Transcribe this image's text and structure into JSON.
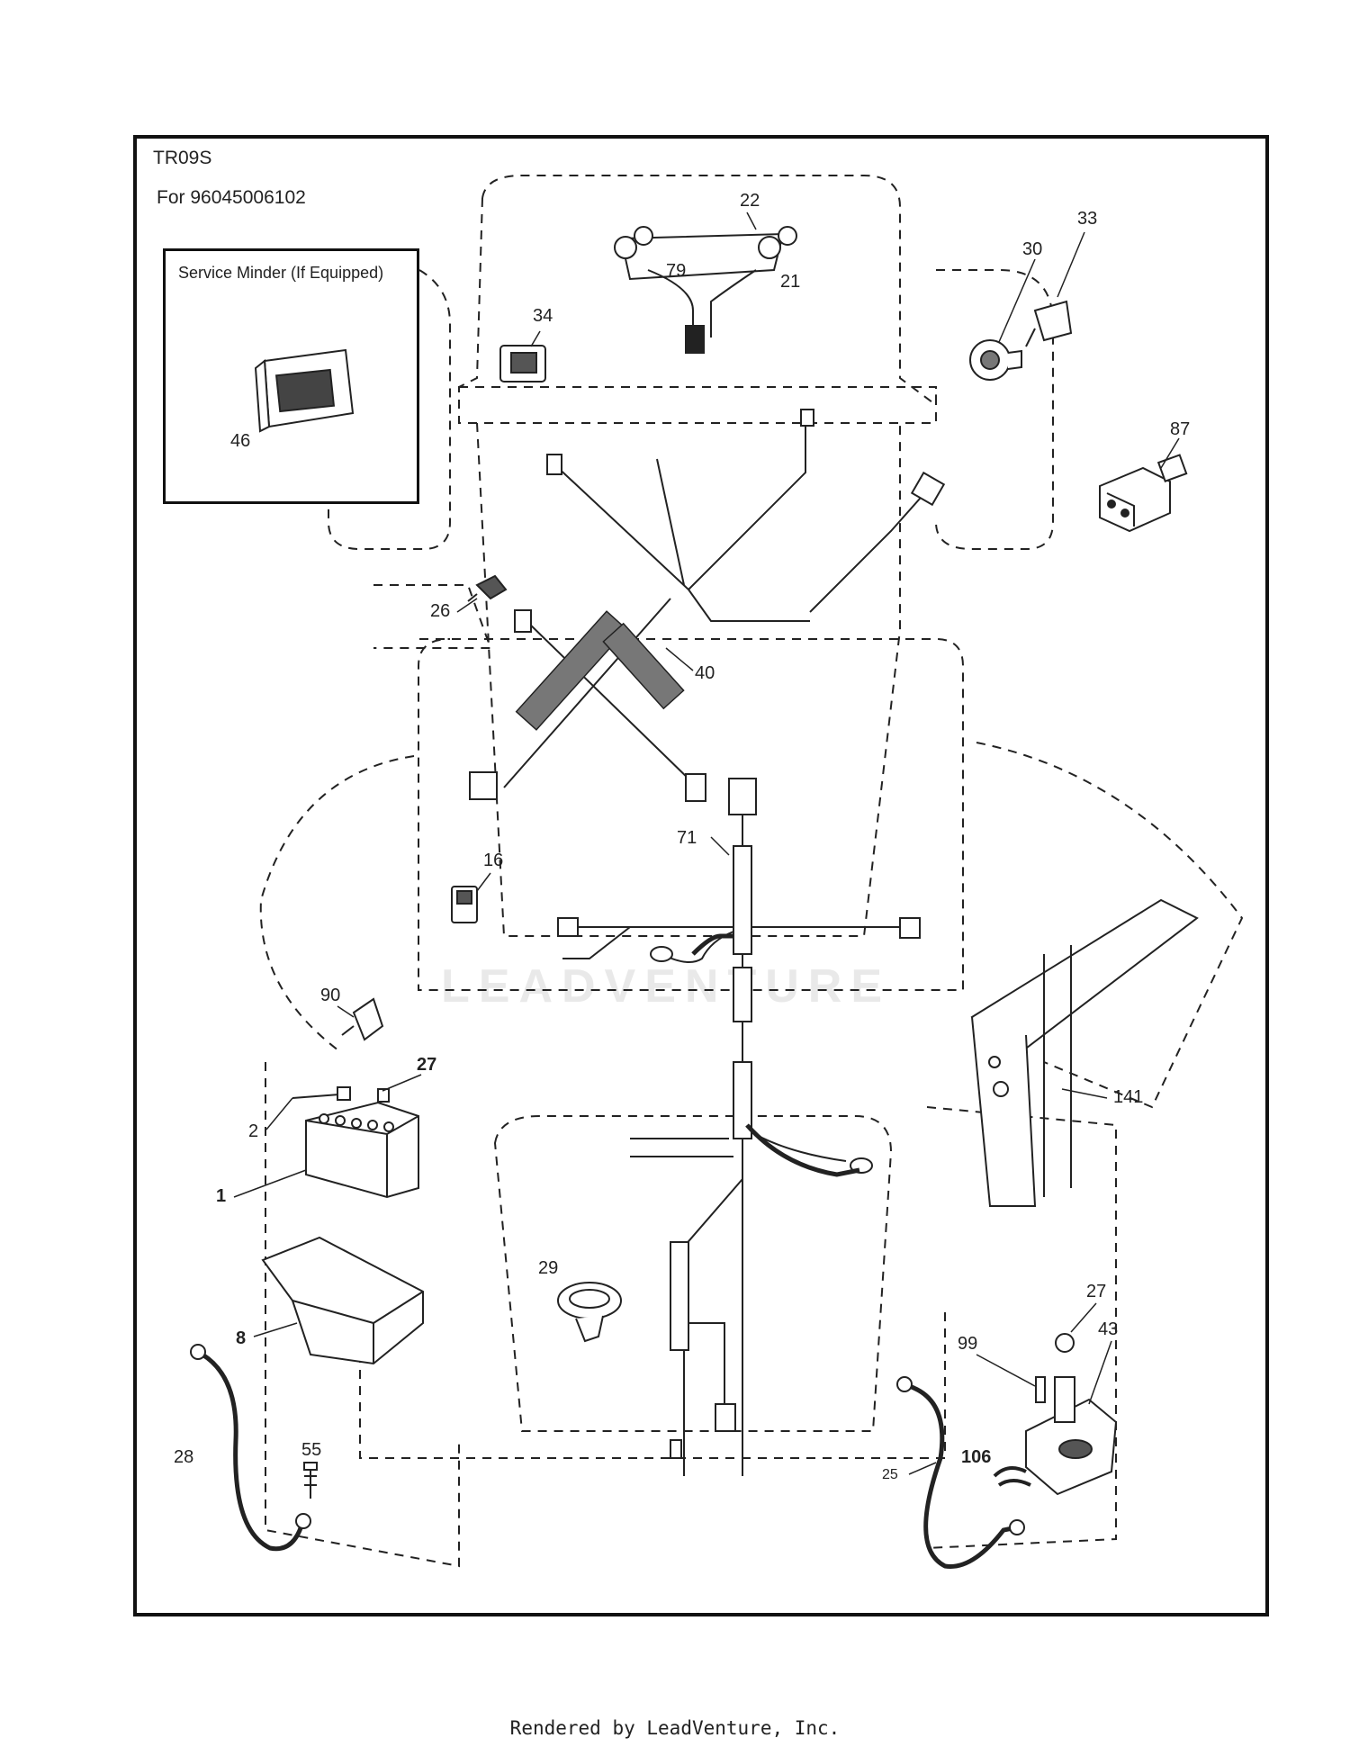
{
  "header": {
    "model_code": "TR09S",
    "for_line": "For 96045006102"
  },
  "service_minder": {
    "title": "Service Minder (If Equipped)",
    "part": "46"
  },
  "watermark": "LEADVENTURE",
  "footer": "Rendered by LeadVenture, Inc.",
  "callouts": {
    "c22": "22",
    "c79": "79",
    "c21": "21",
    "c33": "33",
    "c30": "30",
    "c34": "34",
    "c87": "87",
    "c26": "26",
    "c40": "40",
    "c71": "71",
    "c16": "16",
    "c90": "90",
    "c27a": "27",
    "c2": "2",
    "c1": "1",
    "c8": "8",
    "c141": "141",
    "c29": "29",
    "c99": "99",
    "c27b": "27",
    "c43": "43",
    "c106": "106",
    "c28": "28",
    "c55": "55",
    "c25": "25"
  }
}
